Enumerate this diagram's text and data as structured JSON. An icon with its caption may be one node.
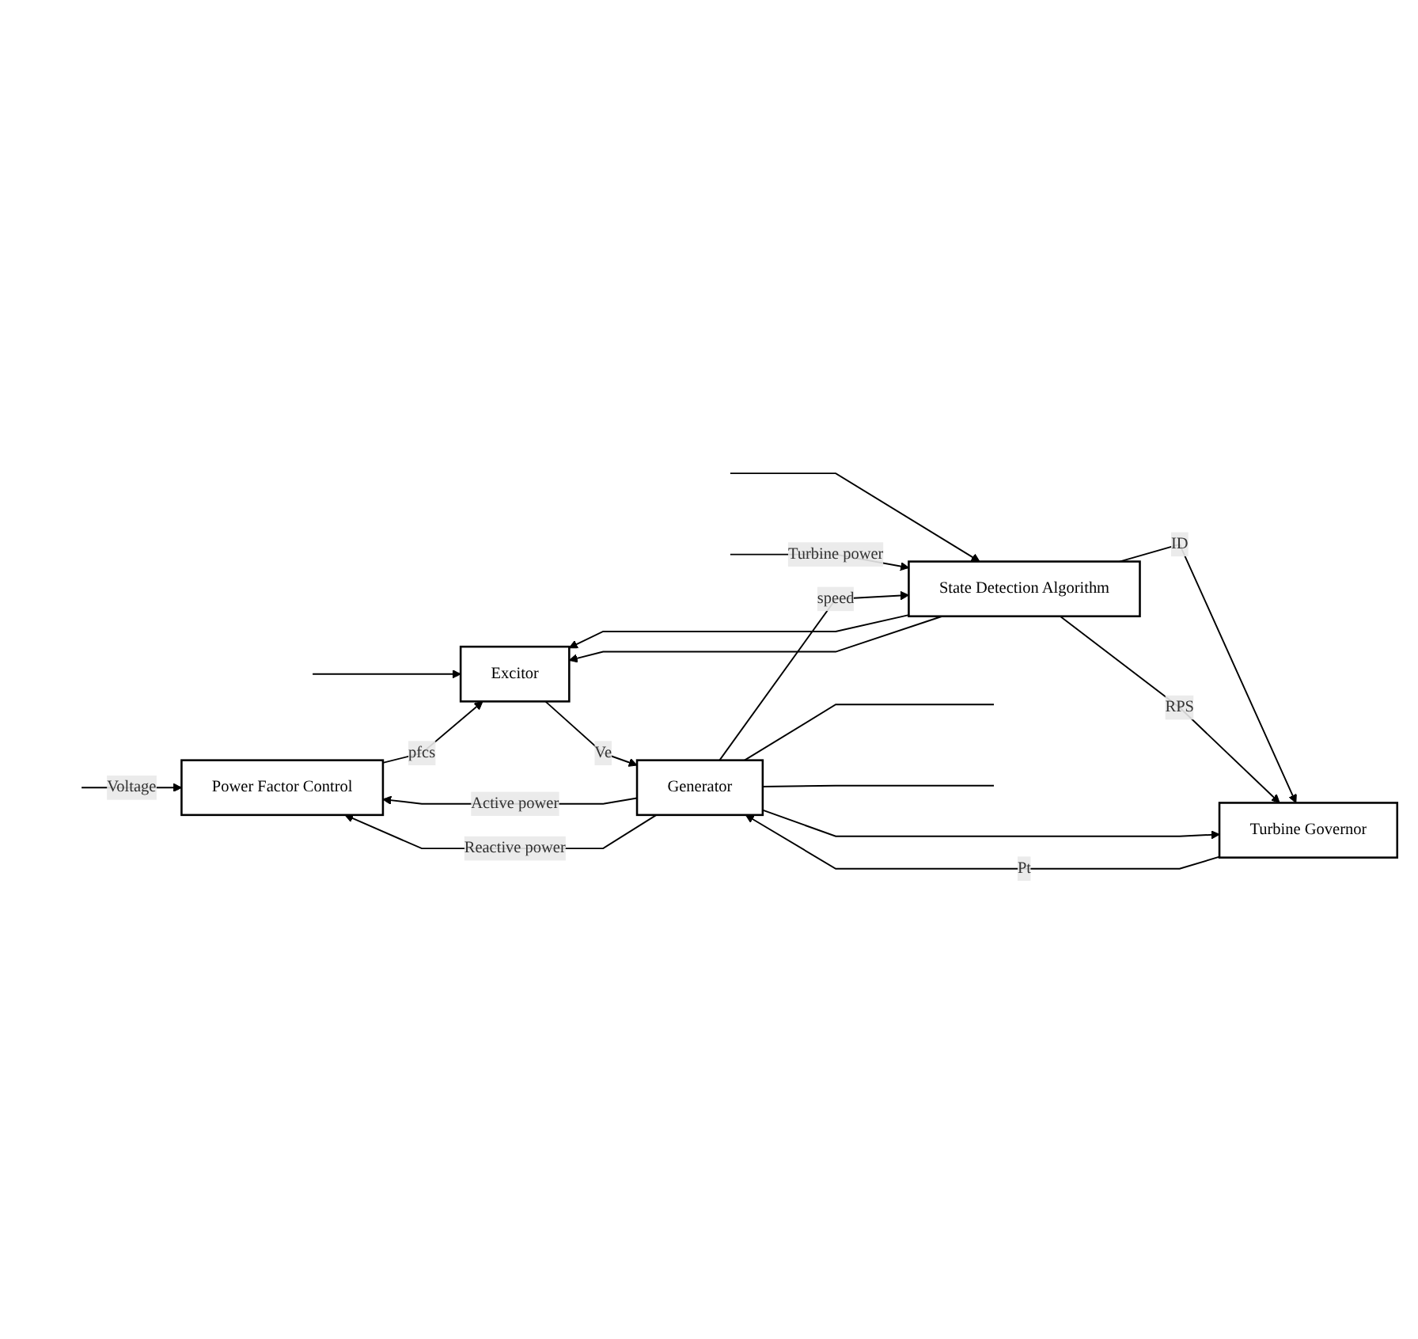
{
  "diagram": {
    "nodes": [
      {
        "text": [
          "Power Factor Control"
        ]
      },
      {
        "text": [
          "Excitor"
        ]
      },
      {
        "text": [
          "Generator"
        ]
      },
      {
        "text": [
          "State Detection Algorithm"
        ]
      },
      {
        "text": [
          "Turbine Governor"
        ]
      }
    ],
    "edges": [
      {
        "from": 2,
        "to": 0,
        "arrow": "to",
        "label": "Active power"
      },
      {
        "from": 2,
        "to": 0,
        "arrow": "to",
        "label": "Reactive power"
      },
      {
        "from": null,
        "to": 0,
        "arrow": "to",
        "label": "Voltage"
      },
      {
        "from": null,
        "to": 1,
        "arrow": "to"
      },
      {
        "from": null,
        "to": 3,
        "arrow": "to"
      },
      {
        "from": 0,
        "to": 1,
        "arrow": "to",
        "label": "pfcs"
      },
      {
        "from": 1,
        "to": 2,
        "arrow": "to",
        "label": "Ve"
      },
      {
        "from": 3,
        "to": 4,
        "arrow": "to",
        "label": "ID"
      },
      {
        "from": 3,
        "to": 1,
        "arrow": "to"
      },
      {
        "from": 3,
        "to": 4,
        "arrow": "to",
        "label": "RPS"
      },
      {
        "from": 3,
        "to": 1,
        "arrow": "to"
      },
      {
        "from": 4,
        "to": 2,
        "arrow": "to",
        "label": "Pt"
      },
      {
        "from": null,
        "to": 3,
        "arrow": "to",
        "label": "Turbine power"
      },
      {
        "from": 2,
        "to": 3,
        "arrow": "to",
        "label": "speed"
      },
      {
        "from": 2,
        "to": 4,
        "arrow": "to"
      },
      {
        "from": 2,
        "to": null,
        "arrow": "none"
      },
      {
        "from": 2,
        "to": null,
        "arrow": "none"
      }
    ]
  }
}
